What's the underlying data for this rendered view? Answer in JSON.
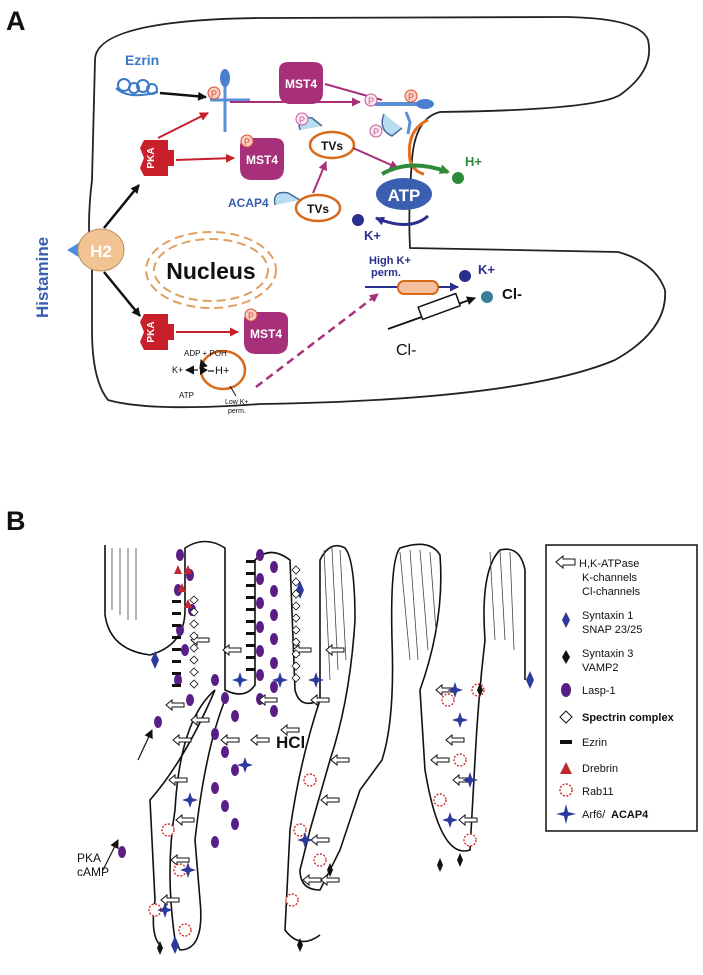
{
  "panel_a": {
    "letter": "A",
    "histamine": "Histamine",
    "receptor": "H2",
    "nucleus": "Nucleus",
    "ezrin": "Ezrin",
    "pka": "PKA",
    "mst4": "MST4",
    "phospho": "P",
    "tvs": "TVs",
    "acap4": "ACAP4",
    "atp": "ATP",
    "h_plus": "H+",
    "k_plus": "K+",
    "cl_minus": "Cl-",
    "high_k_line1": "High K+",
    "high_k_line2": "perm.",
    "adp_poh": "ADP + POH",
    "atp_small": "ATP",
    "low_k_line1": "Low K+",
    "low_k_line2": "perm.",
    "colors": {
      "pka": "#c8202b",
      "mst4": "#a8307a",
      "h2": "#f2c393",
      "blue": "#3a5fb0",
      "navy": "#2a2e8c",
      "green": "#2e8b3a",
      "orange": "#d86a1a"
    }
  },
  "panel_b": {
    "letter": "B",
    "hcl": "HCl",
    "pka_line1": "PKA",
    "pka_line2": "cAMP",
    "legend": {
      "atpase_lines": [
        "H,K-ATPase",
        "K-channels",
        "Cl-channels"
      ],
      "syntaxin1_lines": [
        "Syntaxin 1",
        "SNAP 23/25"
      ],
      "syntaxin3_lines": [
        "Syntaxin 3",
        "VAMP2"
      ],
      "lasp": "Lasp-1",
      "spectrin": "Spectrin complex",
      "ezrin": "Ezrin",
      "drebrin": "Drebrin",
      "rab11": "Rab11",
      "arf6_a": "Arf6/",
      "arf6_b": "ACAP4"
    },
    "colors": {
      "lasp": "#5a1f86",
      "drebrin": "#c0282f",
      "rab11": "#d0302a",
      "arf6": "#2b3a9c"
    }
  }
}
